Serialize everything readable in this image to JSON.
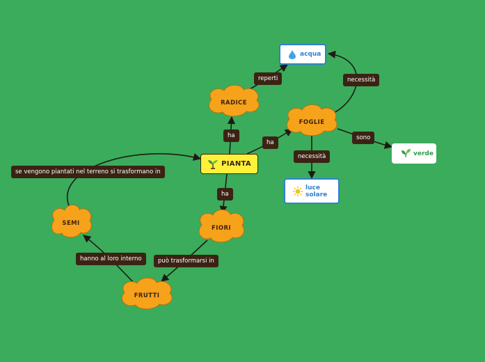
{
  "center": {
    "label": "PIANTA",
    "icon": "sprout-icon",
    "color": "#fff13a"
  },
  "clouds": {
    "radice": "RADICE",
    "foglie": "FOGLIE",
    "fiori": "FIORI",
    "semi": "SEMI",
    "frutti": "FRUTTI",
    "color": "#f7a21b"
  },
  "boxes": {
    "acqua": {
      "label": "acqua",
      "icon": "water-drop-icon",
      "color": "#2f80d1"
    },
    "luce_solare": {
      "line1": "luce",
      "line2": "solare",
      "icon": "sun-icon",
      "color": "#2f80d1"
    },
    "verde": {
      "label": "verde",
      "icon": "leaf-icon",
      "color": "#2e9e4a"
    }
  },
  "links": {
    "pianta_radice": "ha",
    "pianta_foglie": "ha",
    "pianta_fiori": "ha",
    "radice_acqua": "reperti",
    "foglie_acqua": "necessità",
    "foglie_luce": "necessità",
    "foglie_verde": "sono",
    "fiori_frutti": "può trasformarsi in",
    "frutti_semi": "hanno al loro interno",
    "semi_pianta": "se vengono piantati nel terreno si trasformano in"
  },
  "colors": {
    "background": "#3aac5c",
    "link_label": "#3b2314",
    "line": "#1f1a14"
  }
}
